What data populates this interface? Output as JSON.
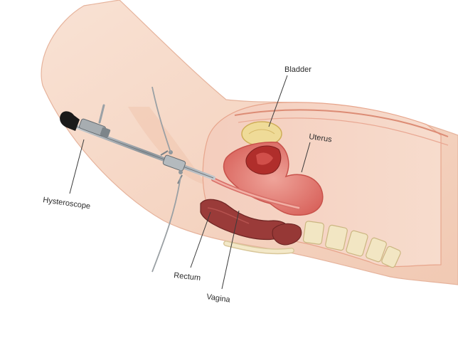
{
  "labels": {
    "bladder": "Bladder",
    "uterus": "Uterus",
    "hysteroscope": "Hysteroscope",
    "rectum": "Rectum",
    "vagina": "Vagina"
  },
  "colors": {
    "skin": "#f3cdb8",
    "skin_light": "#f8dccc",
    "cavity": "#f6d4c6",
    "uterus_wall": "#e27c72",
    "uterus_dark": "#b2302c",
    "rectum": "#9c3d3b",
    "bladder": "#f0dea0",
    "spine": "#f0e6c6",
    "instrument": "#8c949a",
    "eyepiece": "#1c1c1c"
  }
}
